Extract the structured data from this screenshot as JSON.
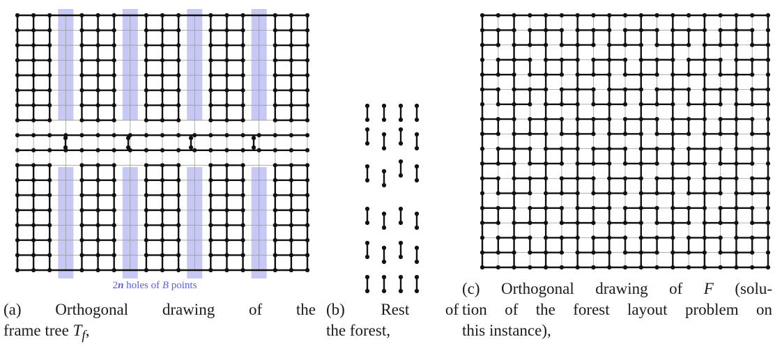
{
  "colors": {
    "edge": "#111111",
    "grid": "#9a9a9a",
    "hole_fill": "#c8c8f4",
    "label": "#5b5bf0"
  },
  "panel_a": {
    "label_num": "2",
    "label_var": "n",
    "label_mid": " holes of ",
    "label_var2": "B",
    "label_end": " points",
    "caption_line1": "(a)  Orthogonal  drawing  of  the",
    "caption_line2_pre": "frame tree ",
    "caption_math": "T",
    "caption_sub": "f",
    "caption_line2_post": ","
  },
  "panel_b": {
    "caption_line1": "(b)  Rest  of",
    "caption_line2": "the forest,"
  },
  "panel_c": {
    "caption_line1_pre": "(c) Orthogonal drawing of ",
    "caption_math": "F",
    "caption_line1_post": " (solu-",
    "caption_line2": "tion of the forest layout problem on",
    "caption_line3": "this instance),"
  }
}
